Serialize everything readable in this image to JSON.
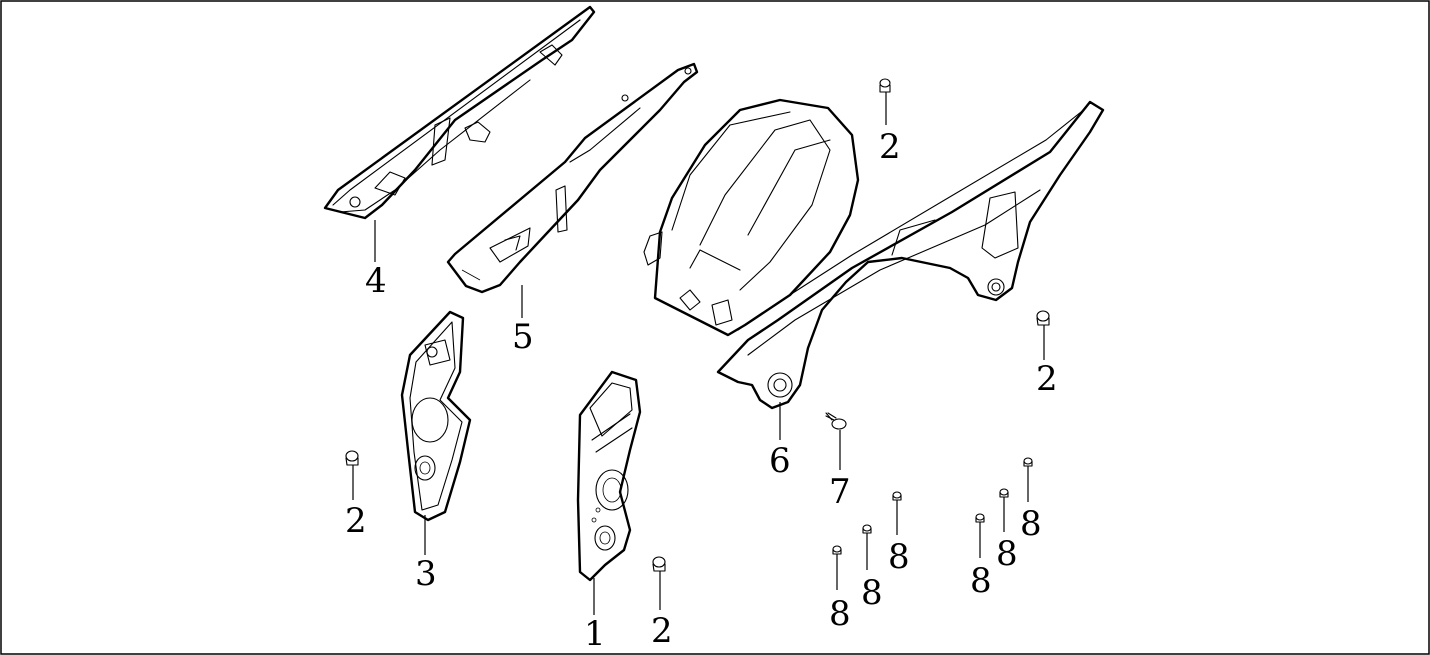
{
  "callouts": {
    "c1": "1",
    "c2a": "2",
    "c2b": "2",
    "c2c": "2",
    "c2d": "2",
    "c3": "3",
    "c4": "4",
    "c5": "5",
    "c6": "6",
    "c7": "7",
    "c8a": "8",
    "c8b": "8",
    "c8c": "8",
    "c8d": "8",
    "c8e": "8",
    "c8f": "8"
  }
}
